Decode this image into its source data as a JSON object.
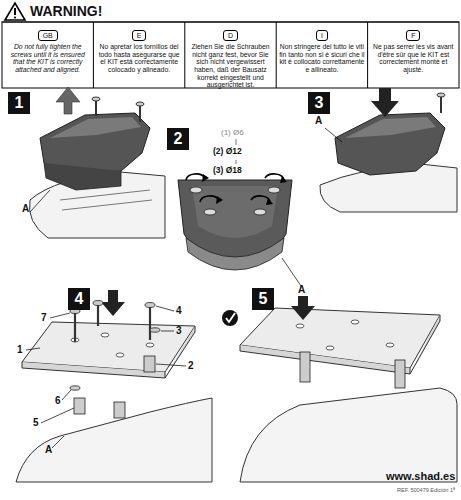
{
  "diagram": {
    "title": "WARNING!",
    "nodes": [
      {
        "text": [
          "GB",
          "Do not fully tighten the screws until it is ensured that the KIT is correctly attached and aligned."
        ]
      },
      {
        "text": [
          "E",
          "No apretar los tornillos del todo hasta asegurarse que el KIT está correctamente colocado y alineado."
        ]
      },
      {
        "text": [
          "D",
          "Ziehen Sie die Schrauben nicht ganz fest, bevor Sie sich nicht vergewissert haben, daß der Bausatz korrekt eingestellt und ausgerichtet ist."
        ]
      },
      {
        "text": [
          "I",
          "Non stringere del tutto le viti fin tanto non si è sicuri che il kit è collocato correttamente e allineato."
        ]
      },
      {
        "text": [
          "F",
          "Ne pas serrer les vis avant d'être sûr que le KIT est correctement monté et ajusté."
        ]
      },
      {
        "text": [
          "1"
        ]
      },
      {
        "text": [
          "2"
        ]
      },
      {
        "text": [
          "3"
        ]
      },
      {
        "text": [
          "4"
        ]
      },
      {
        "text": [
          "5"
        ]
      }
    ],
    "labels": [
      "A",
      "(1) Ø6",
      "(2) Ø12",
      "(3) Ø18",
      "A",
      "A",
      "7",
      "4",
      "3",
      "1",
      "2",
      "6",
      "5",
      "A",
      "www.shad.es",
      "REF. 500479 Edición 1ª"
    ]
  }
}
